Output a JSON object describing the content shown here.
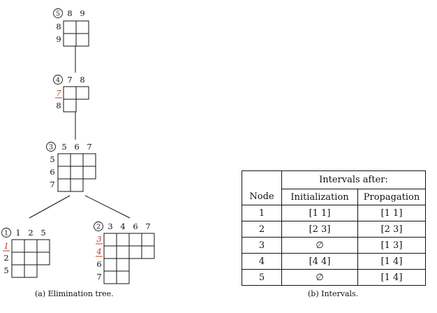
{
  "tree": {
    "caption": "(a) Elimination tree.",
    "nodes": [
      {
        "id": "5",
        "cols": [
          "8",
          "9"
        ],
        "rows": [
          "8",
          "9"
        ],
        "red_rows": []
      },
      {
        "id": "4",
        "cols": [
          "7",
          "8"
        ],
        "rows": [
          "7",
          "8"
        ],
        "red_rows": [
          "7"
        ]
      },
      {
        "id": "3",
        "cols": [
          "5",
          "6",
          "7"
        ],
        "rows": [
          "5",
          "6",
          "7"
        ],
        "red_rows": []
      },
      {
        "id": "1",
        "cols": [
          "1",
          "2",
          "5"
        ],
        "rows": [
          "1",
          "2",
          "5"
        ],
        "red_rows": [
          "1"
        ]
      },
      {
        "id": "2",
        "cols": [
          "3",
          "4",
          "6",
          "7"
        ],
        "rows": [
          "3",
          "4",
          "6",
          "7"
        ],
        "red_rows": [
          "3",
          "4"
        ]
      }
    ],
    "edges": [
      [
        "5",
        "4"
      ],
      [
        "4",
        "3"
      ],
      [
        "3",
        "1"
      ],
      [
        "3",
        "2"
      ]
    ],
    "colors": {
      "highlight": "#c0392b",
      "ink": "#111111"
    }
  },
  "intervals": {
    "caption": "(b) Intervals.",
    "header_group": "Intervals after:",
    "columns": [
      "Node",
      "Initialization",
      "Propagation"
    ],
    "rows": [
      {
        "node": "1",
        "init": "[1 1]",
        "prop": "[1 1]"
      },
      {
        "node": "2",
        "init": "[2 3]",
        "prop": "[2 3]"
      },
      {
        "node": "3",
        "init": "∅",
        "prop": "[1 3]"
      },
      {
        "node": "4",
        "init": "[4 4]",
        "prop": "[1 4]"
      },
      {
        "node": "5",
        "init": "∅",
        "prop": "[1 4]"
      }
    ]
  }
}
